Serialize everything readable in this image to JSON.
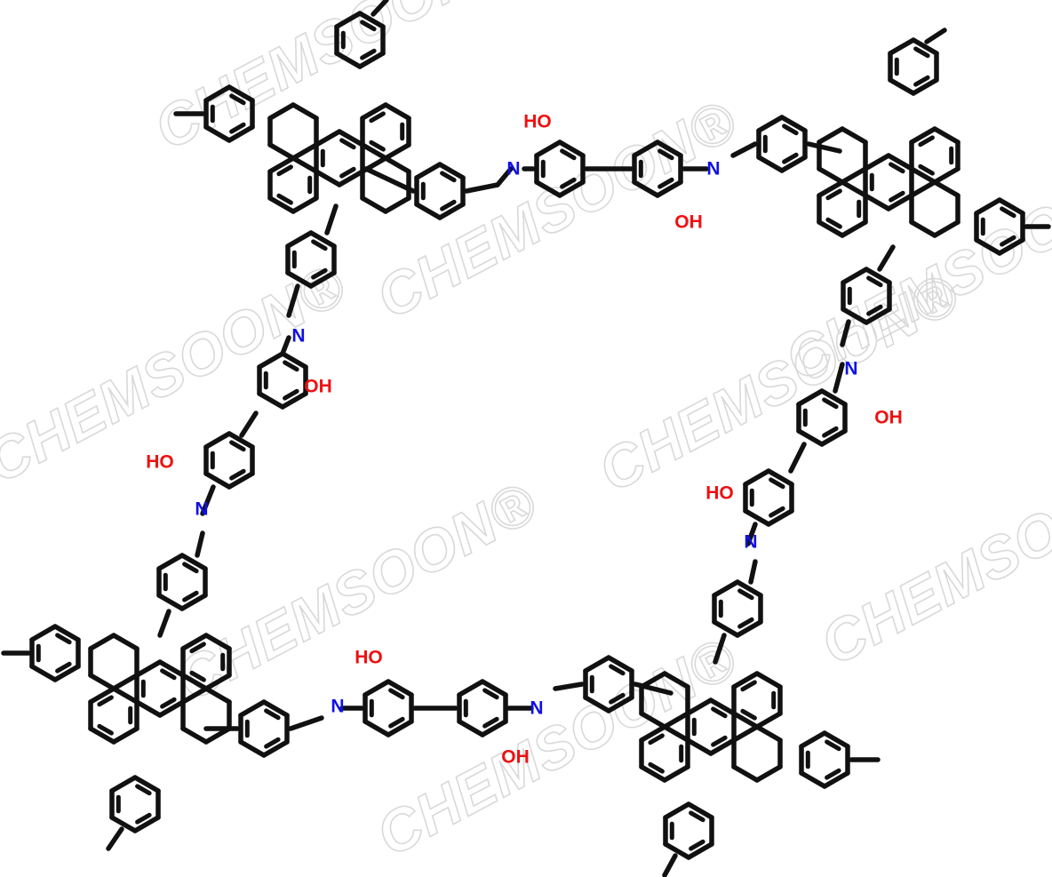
{
  "watermark": {
    "text": "CHEMSOON",
    "mark": "®",
    "color": "#d9d9d9"
  },
  "colors": {
    "bond": "#111111",
    "nitrogen": "#1010e6",
    "oxygen": "#ee1111"
  },
  "atoms": {
    "nitrogen": "N",
    "hydroxyl": "OH",
    "hydroxyl_left": "HO"
  }
}
